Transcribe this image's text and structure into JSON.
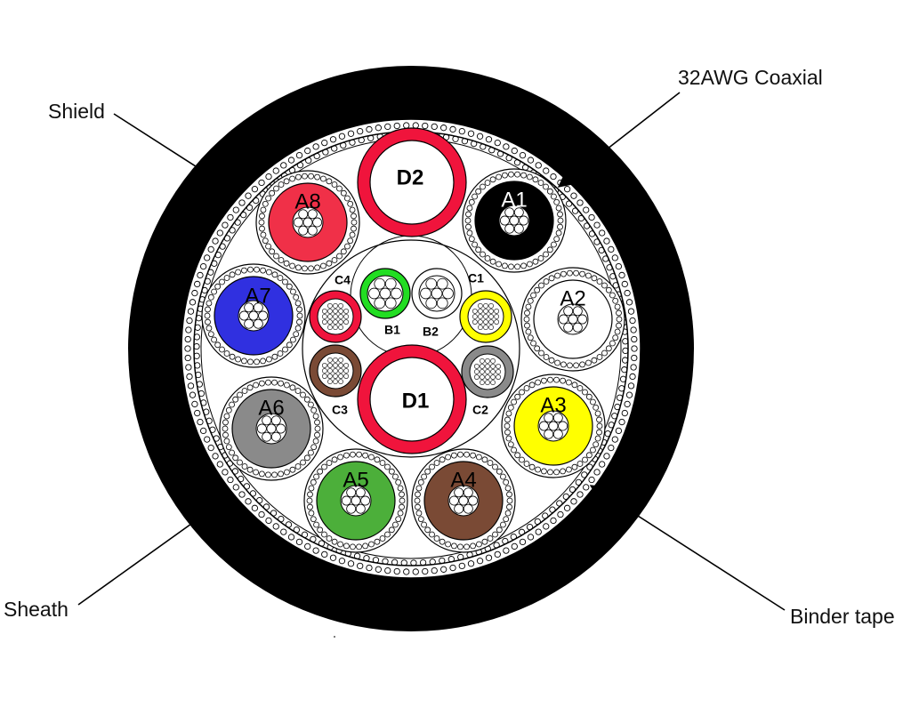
{
  "callouts": {
    "shield": "Shield",
    "coaxial": "32AWG Coaxial",
    "sheath": "Sheath",
    "binder_tape": "Binder tape"
  },
  "conductors": [
    {
      "key": "a1",
      "label": "A1",
      "color": "#000000",
      "label_color": "#ffffff"
    },
    {
      "key": "a2",
      "label": "A2",
      "color": "#ffffff",
      "label_color": "#000000"
    },
    {
      "key": "a3",
      "label": "A3",
      "color": "#ffff00",
      "label_color": "#000000"
    },
    {
      "key": "a4",
      "label": "A4",
      "color": "#7a4a35",
      "label_color": "#000000"
    },
    {
      "key": "a5",
      "label": "A5",
      "color": "#4caf3a",
      "label_color": "#000000"
    },
    {
      "key": "a6",
      "label": "A6",
      "color": "#8a8a8a",
      "label_color": "#000000"
    },
    {
      "key": "a7",
      "label": "A7",
      "color": "#3030e0",
      "label_color": "#000000"
    },
    {
      "key": "a8",
      "label": "A8",
      "color": "#f03048",
      "label_color": "#000000"
    },
    {
      "key": "d1",
      "label": "D1",
      "color": "#f0143c",
      "label_color": "#000000"
    },
    {
      "key": "d2",
      "label": "D2",
      "color": "#f0143c",
      "label_color": "#000000"
    },
    {
      "key": "b1",
      "label": "B1",
      "color": "#22dd22",
      "label_color": "#000000"
    },
    {
      "key": "b2",
      "label": "B2",
      "color": "#ffffff",
      "label_color": "#000000"
    },
    {
      "key": "c1",
      "label": "C1",
      "color": "#ffff00",
      "label_color": "#000000"
    },
    {
      "key": "c2",
      "label": "C2",
      "color": "#8a8a8a",
      "label_color": "#000000"
    },
    {
      "key": "c3",
      "label": "C3",
      "color": "#7a4a35",
      "label_color": "#000000"
    },
    {
      "key": "c4",
      "label": "C4",
      "color": "#f0143c",
      "label_color": "#000000"
    }
  ],
  "colors": {
    "sheath": "#000000",
    "shield_wire": "#ffffff",
    "background": "#ffffff"
  }
}
